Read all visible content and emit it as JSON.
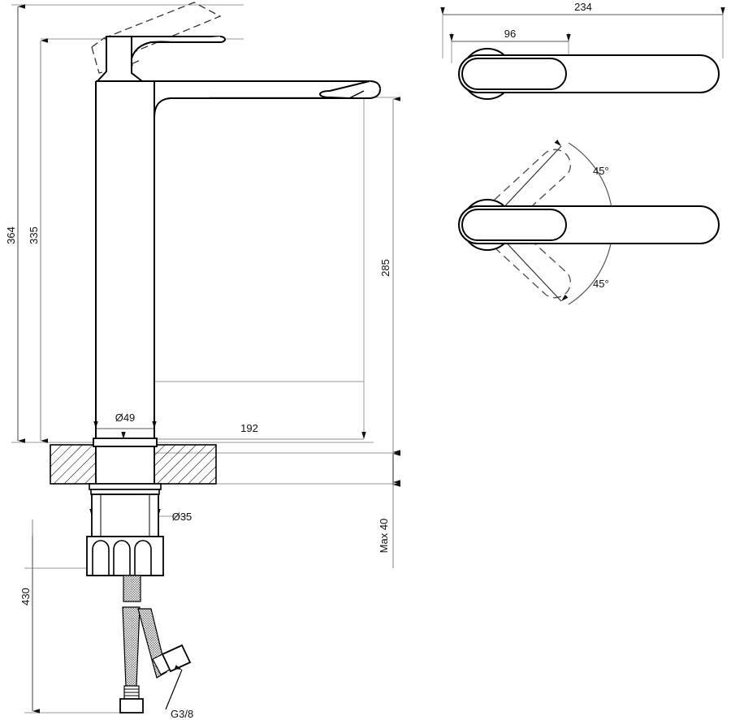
{
  "drawing": {
    "title": "Tall basin mixer tap - technical dimension drawing",
    "units": "mm",
    "line_color": "#000000",
    "dimension_line_color": "#9a9a9a",
    "hatch_color": "#000000",
    "background": "#ffffff"
  },
  "views": {
    "front": {
      "name": "front-elevation",
      "dimensions": {
        "total_height": "364",
        "spout_top_height": "335",
        "spout_outlet_height": "285",
        "spout_reach": "192",
        "body_diameter": "Ø49",
        "shank_diameter": "Ø35",
        "hose_length": "430",
        "counter_thickness": "Max 40",
        "hose_thread": "G3/8"
      }
    },
    "top": {
      "name": "top-view",
      "dimensions": {
        "overall_length": "234",
        "lever_offset": "96"
      }
    },
    "swivel": {
      "name": "swivel-range-view",
      "dimensions": {
        "angle_upper": "45°",
        "angle_lower": "45°"
      }
    }
  }
}
